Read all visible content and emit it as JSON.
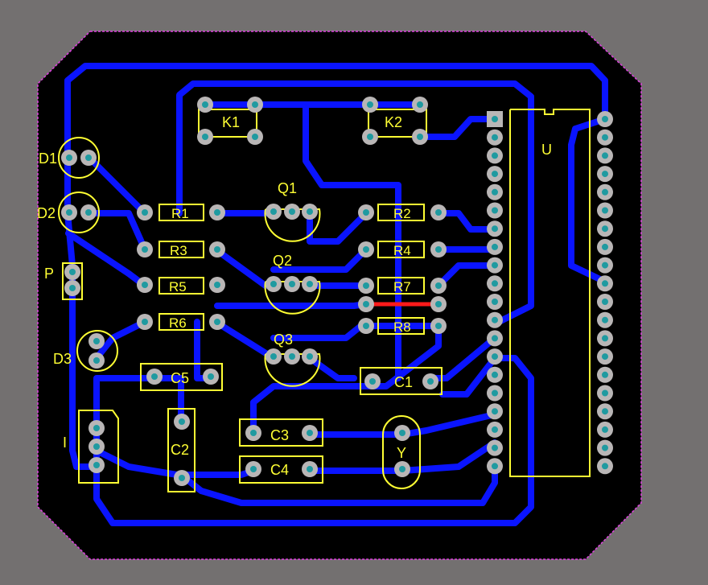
{
  "board": {
    "colors": {
      "background": "#737070",
      "board": "#000000",
      "outline": "#e040e0",
      "trace": "#0a14ff",
      "silkscreen": "#ffff33",
      "pad": "#b9b6b6",
      "hole": "#1f9aa0",
      "jumper": "#ff1a1a"
    },
    "labels": {
      "K1": "K1",
      "K2": "K2",
      "U": "U",
      "D1": "D1",
      "D2": "D2",
      "D3": "D3",
      "P": "P",
      "I": "I",
      "Q1": "Q1",
      "Q2": "Q2",
      "Q3": "Q3",
      "R1": "R1",
      "R2": "R2",
      "R3": "R3",
      "R4": "R4",
      "R5": "R5",
      "R6": "R6",
      "R7": "R7",
      "R8": "R8",
      "C1": "C1",
      "C2": "C2",
      "C3": "C3",
      "C4": "C4",
      "C5": "C5",
      "Y": "Y"
    }
  }
}
